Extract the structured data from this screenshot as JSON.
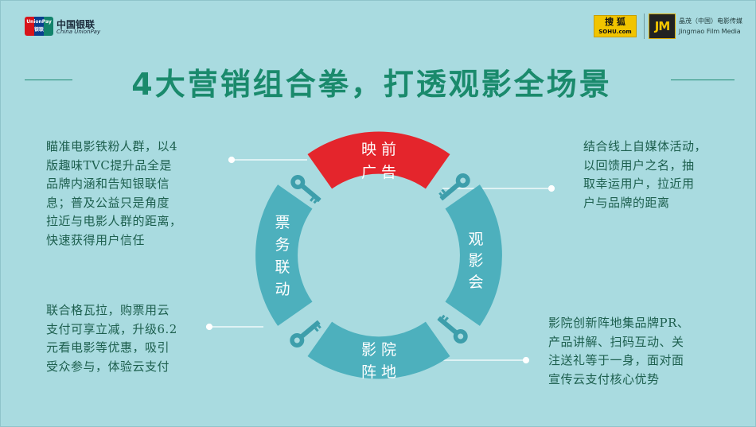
{
  "header": {
    "unionpay_badge": "UnionPay 银联",
    "unionpay_cn": "中国银联",
    "unionpay_en": "China UnionPay",
    "sohu_cn": "搜 狐",
    "sohu_en": "SOHU.com",
    "jm_mark": "JM",
    "jm_cn": "晶茂（中国）电影传媒",
    "jm_en": "Jingmao Film Media"
  },
  "title": "4大营销组合拳，打透观影全场景",
  "segments": {
    "top": {
      "line1": "映 前",
      "line2": "广 告",
      "color": "#e4252c"
    },
    "right": {
      "chars": [
        "观",
        "影",
        "会"
      ],
      "color": "#4db0bd"
    },
    "bottom": {
      "line1": "影 院",
      "line2": "阵 地",
      "color": "#4db0bd"
    },
    "left": {
      "chars": [
        "票",
        "务",
        "联",
        "动"
      ],
      "color": "#4db0bd"
    }
  },
  "blocks": {
    "top_left": [
      "瞄准电影铁粉人群，以4",
      "版趣味TVC提升品全是",
      "品牌内涵和告知银联信",
      "息；普及公益只是角度",
      "拉近与电影人群的距离，",
      "快速获得用户信任"
    ],
    "top_right": [
      "结合线上自媒体活动，",
      "以回馈用户之名，抽",
      "取幸运用户，拉近用",
      "户与品牌的距离"
    ],
    "bottom_left": [
      "联合格瓦拉，购票用云",
      "支付可享立减，升级6.2",
      "元看电影等优惠，吸引",
      "受众参与，体验云支付"
    ],
    "bottom_right": [
      "影院创新阵地集品牌PR、",
      "产品讲解、扫码互动、关",
      "注送礼等于一身，面对面",
      "宣传云支付核心优势"
    ]
  },
  "colors": {
    "background": "#a9dbe0",
    "title": "#1a8a6c",
    "body_text": "#1d5f4e",
    "accent_red": "#e4252c",
    "accent_teal": "#4db0bd",
    "key_icon": "#3d9eab"
  },
  "icons": [
    "key-icon-top-left",
    "key-icon-top-right",
    "key-icon-bottom-left",
    "key-icon-bottom-right"
  ]
}
